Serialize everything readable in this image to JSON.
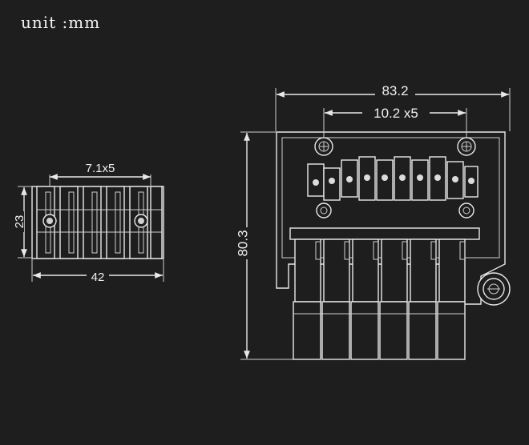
{
  "unit_label": "unit :mm",
  "dimensions": {
    "front_spacing": "7.1x5",
    "front_height": "23",
    "front_width": "42",
    "top_width": "83.2",
    "top_spacing": "10.2 x5",
    "top_height": "80.3"
  },
  "colors": {
    "background": "#1e1e1e",
    "line": "#e8e8e8"
  }
}
